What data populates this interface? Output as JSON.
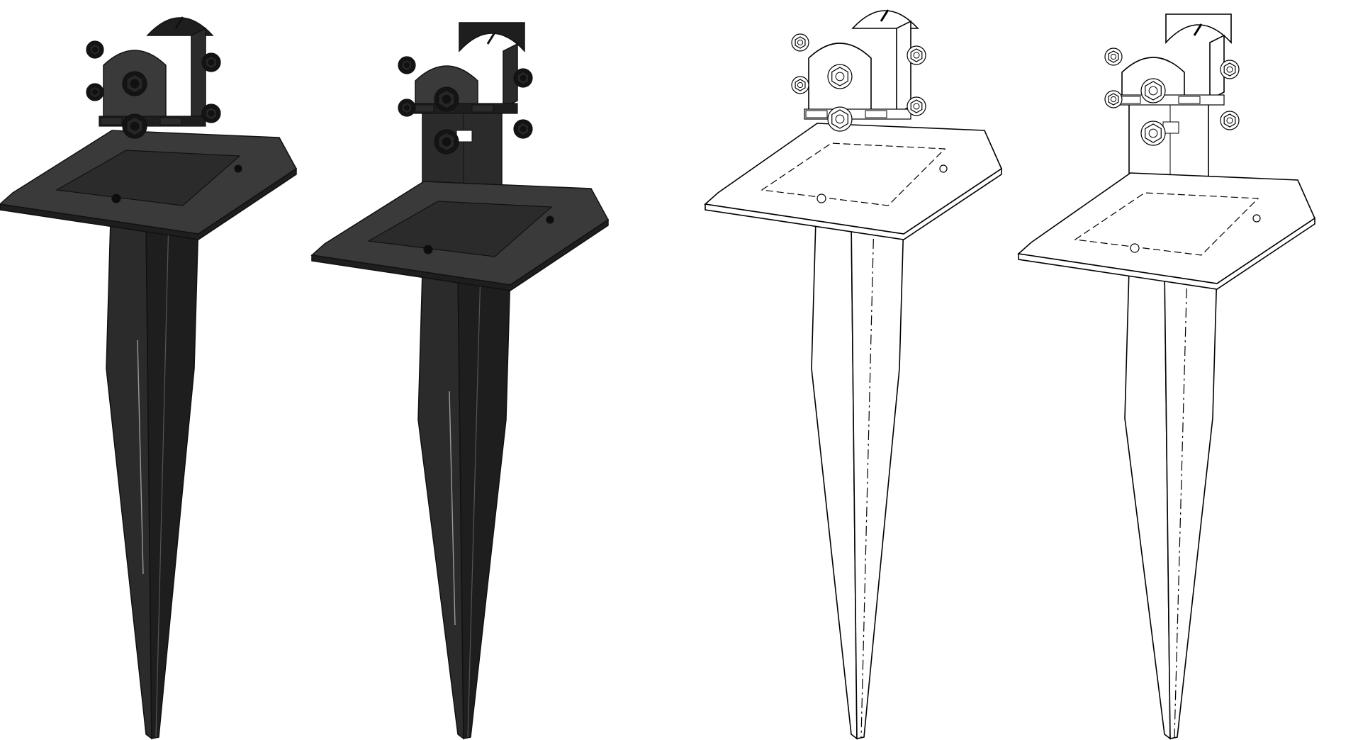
{
  "figure": {
    "background": "#ffffff",
    "render_colors": {
      "solid_dark": "#1e1e1e",
      "solid_mid": "#2b2b2b",
      "solid_light": "#3a3a3a",
      "line": "#000000",
      "line_fill": "#ffffff"
    },
    "items": [
      {
        "name": "ground-spike-solid-flush",
        "style": "solid"
      },
      {
        "name": "ground-spike-solid-raised",
        "style": "solid"
      },
      {
        "name": "ground-spike-line-flush",
        "style": "line"
      },
      {
        "name": "ground-spike-line-raised",
        "style": "line"
      }
    ]
  }
}
